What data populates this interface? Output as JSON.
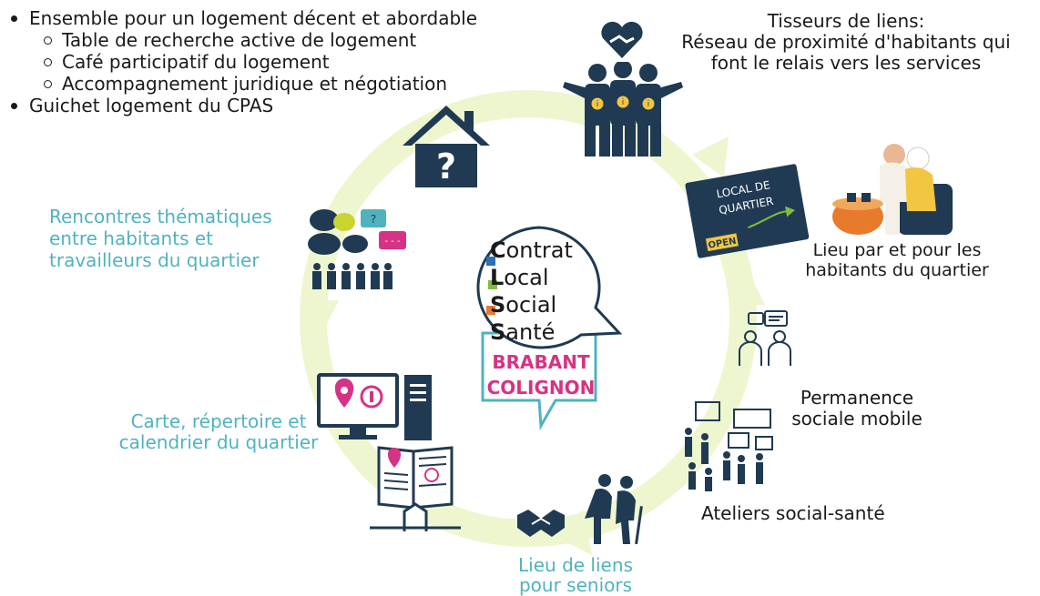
{
  "housing_list": {
    "items": [
      {
        "text": "Ensemble pour un logement décent et abordable",
        "level": 1
      },
      {
        "text": "Table de recherche active de logement",
        "level": 2
      },
      {
        "text": "Café participatif du logement",
        "level": 2
      },
      {
        "text": "Accompagnement juridique et négotiation",
        "level": 2
      },
      {
        "text": "Guichet logement du CPAS",
        "level": 1
      }
    ]
  },
  "tisseurs": {
    "line1": "Tisseurs de liens:",
    "line2": "Réseau de proximité d'habitants qui",
    "line3": "font le relais  vers les services"
  },
  "rencontres": {
    "line1": "Rencontres thématiques",
    "line2": "entre habitants et",
    "line3": "travailleurs du quartier"
  },
  "local_sign": {
    "line1": "LOCAL DE",
    "line2": "QUARTIER",
    "open": "OPEN"
  },
  "lieu_habitants": {
    "line1": "Lieu par et pour les",
    "line2": "habitants du quartier"
  },
  "logo": {
    "lines": [
      {
        "initial": "C",
        "rest": "ontrat"
      },
      {
        "initial": "L",
        "rest": "ocal"
      },
      {
        "initial": "S",
        "rest": "ocial"
      },
      {
        "initial": "S",
        "rest": "anté"
      }
    ],
    "brabant": "BRABANT",
    "colignon": "COLIGNON"
  },
  "carte": {
    "line1": "Carte, répertoire et",
    "line2": "calendrier du quartier"
  },
  "permanence": {
    "line1": "Permanence",
    "line2": "sociale mobile"
  },
  "ateliers": {
    "label": "Ateliers social-santé"
  },
  "seniors": {
    "line1": "Lieu de liens",
    "line2": "pour seniors"
  },
  "colors": {
    "dark_navy": "#1f3a52",
    "teal": "#4fb3bf",
    "magenta": "#d63384",
    "ring": "#eef6cf",
    "green": "#7bbf3a",
    "orange": "#e87a2c",
    "blue": "#2f6fb3",
    "yellow": "#f2c641"
  },
  "icons": [
    "house-question-icon",
    "heart-handshake-icon",
    "community-people-icon",
    "chat-bubbles-icon",
    "audience-icon",
    "local-sign-icon",
    "cafe-people-icon",
    "consultation-icon",
    "workshop-icon",
    "handshake-icon",
    "seniors-icon",
    "computer-location-icon",
    "booklet-icon"
  ]
}
